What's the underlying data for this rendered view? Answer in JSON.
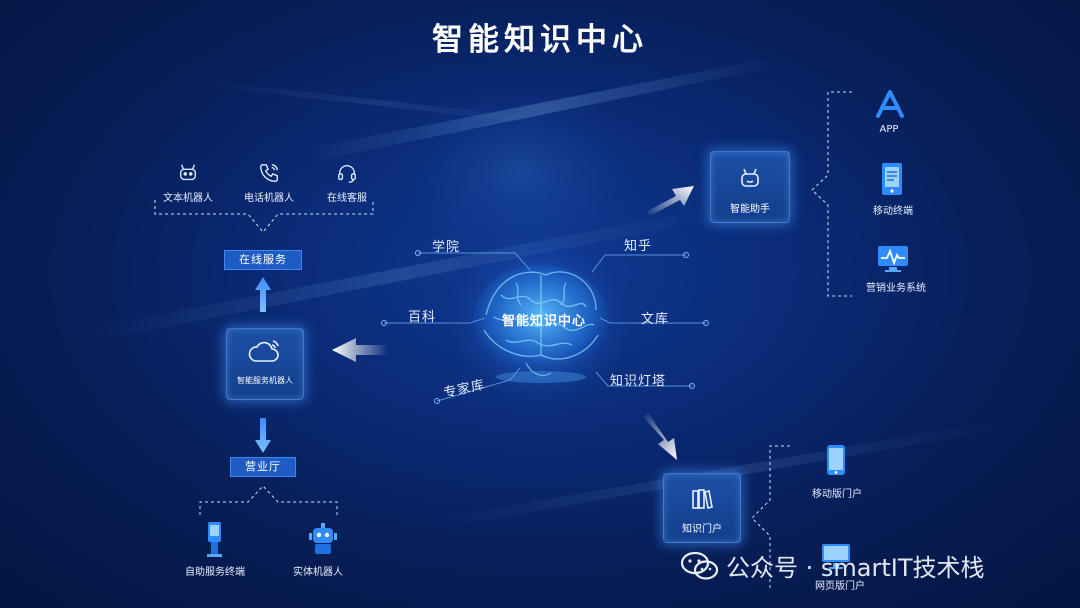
{
  "title": "智能知识中心",
  "center": {
    "label": "智能知识中心"
  },
  "keywords": {
    "xueyuan": "学院",
    "baike": "百科",
    "zhuanjiaku": "专家库",
    "zhihu": "知乎",
    "wenku": "文库",
    "zhishidengta": "知识灯塔"
  },
  "left": {
    "top_items": [
      "文本机器人",
      "电话机器人",
      "在线客服"
    ],
    "online_service_tag": "在线服务",
    "robot_box": "智能服务机器人",
    "hall_tag": "营业厅",
    "bottom_items": [
      "自助服务终端",
      "实体机器人"
    ]
  },
  "right_top": {
    "box": "智能助手",
    "items": [
      "APP",
      "移动终端",
      "营销业务系统"
    ]
  },
  "right_bottom": {
    "box": "知识门户",
    "items": [
      "移动版门户",
      "网页版门户"
    ]
  },
  "watermark": "公众号 · smartIT技术栈"
}
